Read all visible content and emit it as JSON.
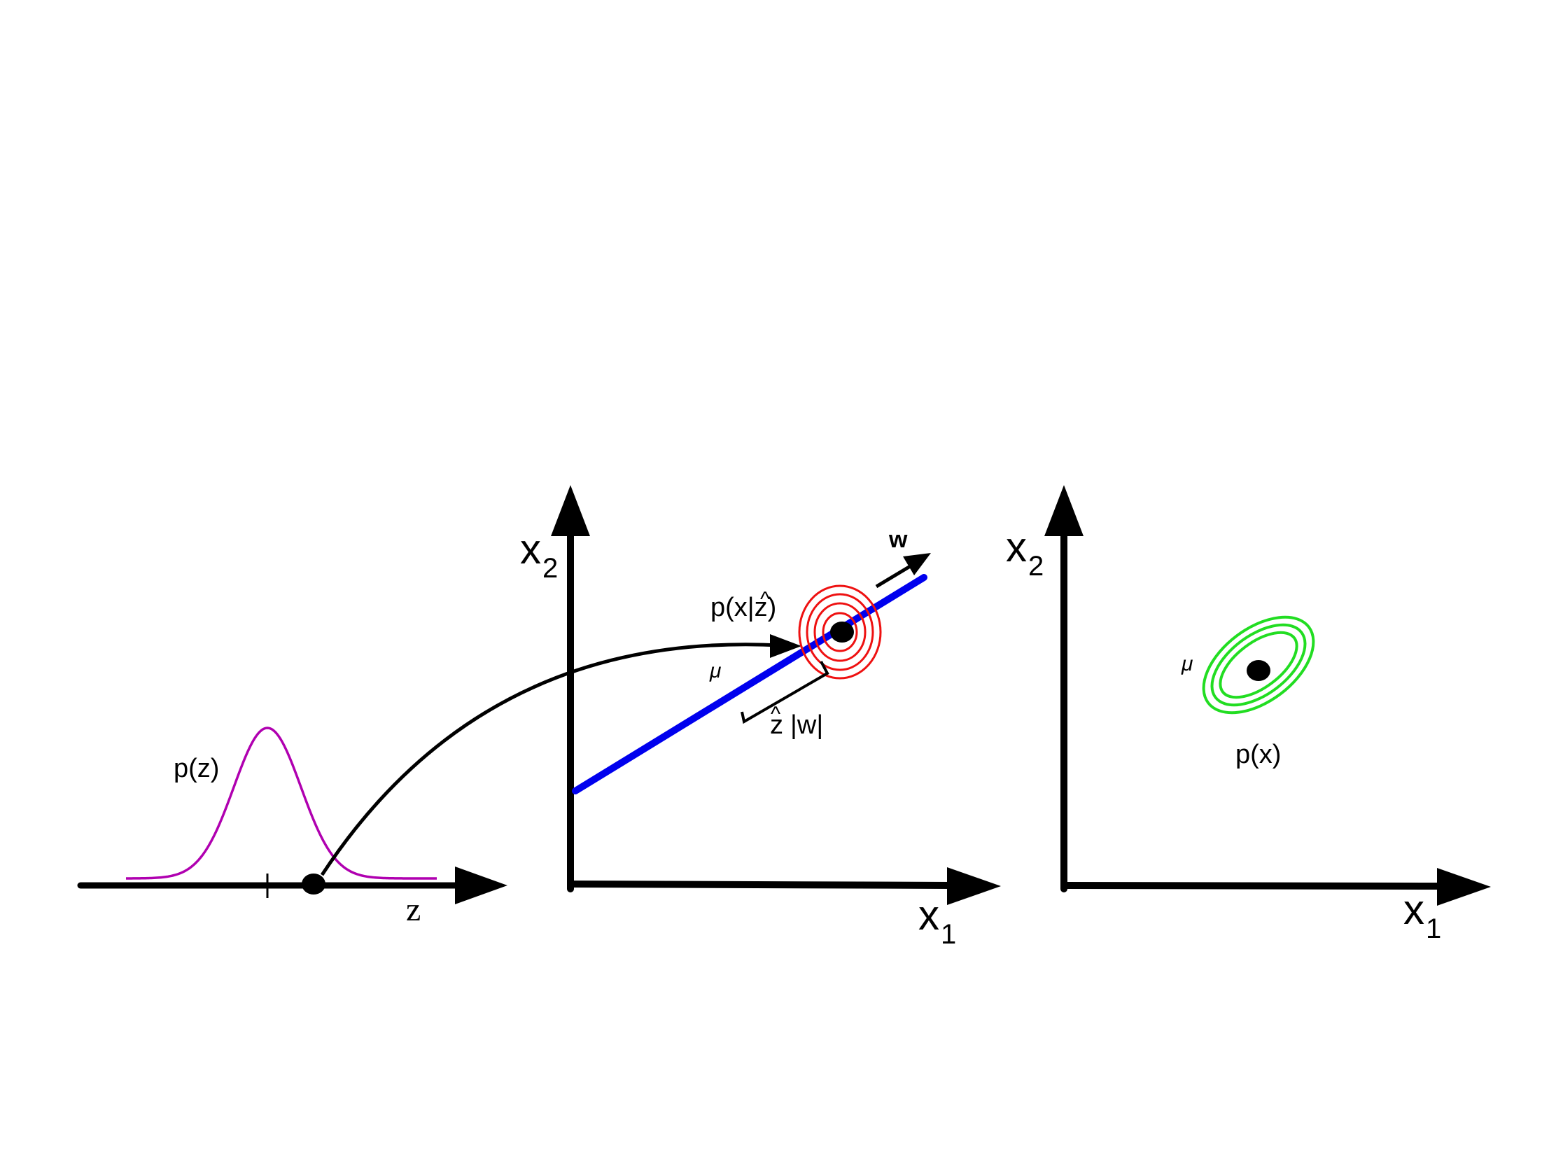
{
  "panels": {
    "latent": {
      "density_label": "p(z)",
      "axis_label": "z"
    },
    "conditional": {
      "axis_x_label": "x",
      "axis_x_sub": "1",
      "axis_y_label": "x",
      "axis_y_sub": "2",
      "conditional_label_pre": "p(x|",
      "conditional_label_var": "z",
      "conditional_label_post": ")",
      "hat_symbol": "^",
      "mean_label": "μ",
      "direction_label": "w",
      "offset_label_var": "z",
      "offset_label_rest": "|w|"
    },
    "marginal": {
      "axis_x_label": "x",
      "axis_x_sub": "1",
      "axis_y_label": "x",
      "axis_y_sub": "2",
      "mean_label": "μ",
      "density_label": "p(x)"
    }
  },
  "colors": {
    "axes": "#000000",
    "latent_density": "#b000b0",
    "line": "#0000ee",
    "conditional_contours": "#ee1111",
    "marginal_contours": "#22dd22"
  }
}
